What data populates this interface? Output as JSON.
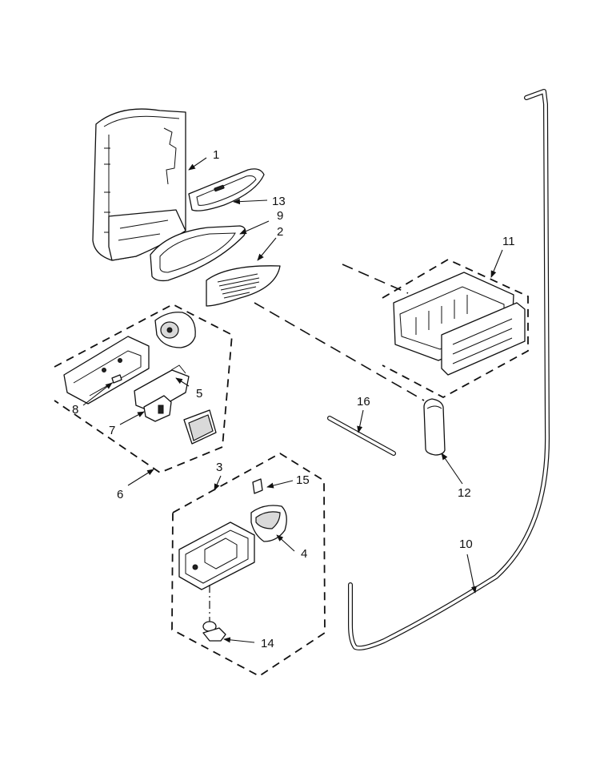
{
  "callouts": [
    "1",
    "2",
    "3",
    "4",
    "5",
    "6",
    "7",
    "8",
    "9",
    "10",
    "11",
    "12",
    "13",
    "14",
    "15",
    "16"
  ],
  "colors": {
    "line": "#111111",
    "background": "#ffffff",
    "shade": "#d9d9d9"
  }
}
